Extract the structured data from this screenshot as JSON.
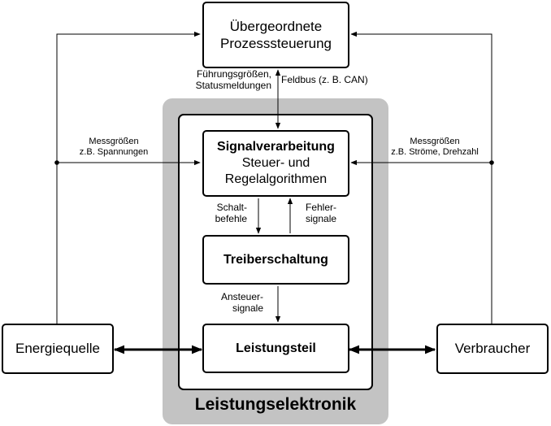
{
  "title": "Leistungselektronik",
  "boxes": {
    "controller": {
      "line1": "Übergeordnete",
      "line2": "Prozesssteuerung"
    },
    "signal": {
      "line1": "Signalverarbeitung",
      "line2": "Steuer- und",
      "line3": "Regelalgorithmen"
    },
    "driver": "Treiberschaltung",
    "power": "Leistungsteil",
    "source": "Energiequelle",
    "consumer": "Verbraucher"
  },
  "labels": {
    "reference": {
      "line1": "Führungsgrößen,",
      "line2": "Statusmeldungen"
    },
    "fieldbus": "Feldbus (z. B. CAN)",
    "measure_left": {
      "line1": "Messgrößen",
      "line2": "z.B. Spannungen"
    },
    "measure_right": {
      "line1": "Messgrößen",
      "line2": "z.B. Ströme, Drehzahl"
    },
    "switch_cmd": {
      "line1": "Schalt-",
      "line2": "befehle"
    },
    "error_sig": {
      "line1": "Fehler-",
      "line2": "signale"
    },
    "drive_sig": {
      "line1": "Ansteuer-",
      "line2": "signale"
    }
  },
  "colors": {
    "outer_panel": "#c3c3c3",
    "stroke": "#000000"
  }
}
